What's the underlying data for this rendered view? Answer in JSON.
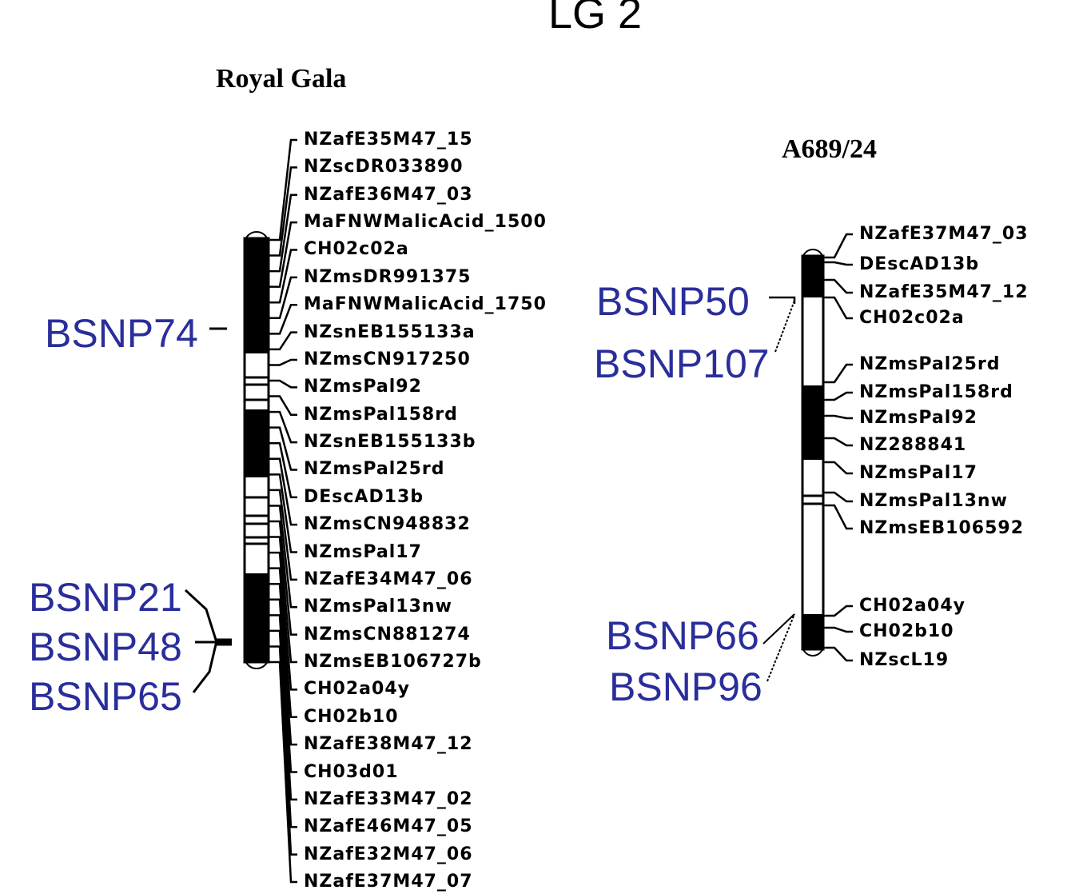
{
  "title": "LG 2",
  "left": {
    "name": "Royal Gala",
    "markers": [
      "NZafE35M47_15",
      "NZscDR033890",
      "NZafE36M47_03",
      "MaFNWMalicAcid_1500",
      "CH02c02a",
      "NZmsDR991375",
      "MaFNWMalicAcid_1750",
      "NZsnEB155133a",
      "NZmsCN917250",
      "NZmsPal92",
      "NZmsPal158rd",
      "NZsnEB155133b",
      "NZmsPal25rd",
      "DEscAD13b",
      "NZmsCN948832",
      "NZmsPal17",
      "NZafE34M47_06",
      "NZmsPal13nw",
      "NZmsCN881274",
      "NZmsEB106727b",
      "CH02a04y",
      "CH02b10",
      "NZafE38M47_12",
      "CH03d01",
      "NZafE33M47_02",
      "NZafE46M47_05",
      "NZafE32M47_06",
      "NZafE37M47_07"
    ],
    "snps": [
      "BSNP74",
      "BSNP21",
      "BSNP48",
      "BSNP65"
    ]
  },
  "right": {
    "name": "A689/24",
    "markers": [
      "NZafE37M47_03",
      "DEscAD13b",
      "NZafE35M47_12",
      "CH02c02a",
      "NZmsPal25rd",
      "NZmsPal158rd",
      "NZmsPal92",
      "NZ288841",
      "NZmsPal17",
      "NZmsPal13nw",
      "NZmsEB106592",
      "CH02a04y",
      "CH02b10",
      "NZscL19"
    ],
    "snps": [
      "BSNP50",
      "BSNP107",
      "BSNP66",
      "BSNP96"
    ]
  },
  "colors": {
    "snp": "#2a2e9a",
    "band": "#000000"
  }
}
